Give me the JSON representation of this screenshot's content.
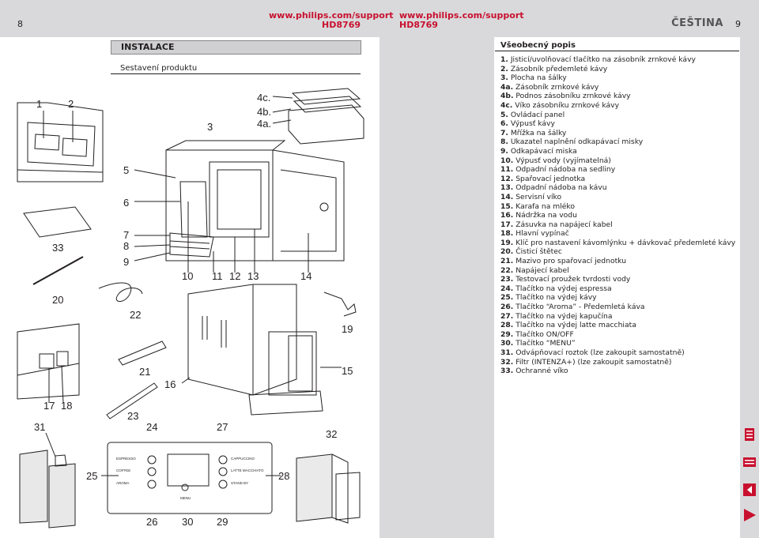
{
  "header": {
    "page_left": "8",
    "page_right": "9",
    "link_left_url": "www.philips.com/support",
    "link_left_model": "HD8769",
    "link_right_url": "www.philips.com/support",
    "link_right_model": "HD8769",
    "language": "ČEŠTINA"
  },
  "left": {
    "section": "INSTALACE",
    "subtitle": "Sestavení produktu",
    "callouts": [
      "1",
      "2",
      "3",
      "4c.",
      "4b.",
      "4a.",
      "5",
      "6",
      "7",
      "8",
      "9",
      "10",
      "11",
      "12",
      "13",
      "14",
      "15",
      "16",
      "17",
      "18",
      "19",
      "20",
      "21",
      "22",
      "23",
      "24",
      "25",
      "26",
      "27",
      "28",
      "29",
      "30",
      "31",
      "32",
      "33"
    ],
    "panel_labels": [
      "ESPRESSO",
      "COFFEE",
      "AROMA",
      "CAPPUCCINO",
      "LATTE MACCHIATO",
      "STAND BY",
      "MENU"
    ]
  },
  "right": {
    "title": "Všeobecný popis",
    "items": [
      {
        "n": "1.",
        "t": "Jisticí/uvolňovací tlačítko na zásobník zrnkové kávy"
      },
      {
        "n": "2.",
        "t": "Zásobník předemleté kávy"
      },
      {
        "n": "3.",
        "t": "Plocha na šálky"
      },
      {
        "n": "4a.",
        "t": "Zásobník zrnkové kávy"
      },
      {
        "n": "4b.",
        "t": "Podnos zásobníku zrnkové kávy"
      },
      {
        "n": "4c.",
        "t": "Víko zásobníku zrnkové kávy"
      },
      {
        "n": "5.",
        "t": "Ovládací panel"
      },
      {
        "n": "6.",
        "t": "Výpusť kávy"
      },
      {
        "n": "7.",
        "t": "Mřížka na šálky"
      },
      {
        "n": "8.",
        "t": "Ukazatel naplnění odkapávací misky"
      },
      {
        "n": "9.",
        "t": "Odkapávací miska"
      },
      {
        "n": "10.",
        "t": "Výpusť vody (vyjímatelná)"
      },
      {
        "n": "11.",
        "t": "Odpadní nádoba na sedliny"
      },
      {
        "n": "12.",
        "t": "Spařovací jednotka"
      },
      {
        "n": "13.",
        "t": "Odpadní nádoba na kávu"
      },
      {
        "n": "14.",
        "t": "Servisní víko"
      },
      {
        "n": "15.",
        "t": "Karafa na mléko"
      },
      {
        "n": "16.",
        "t": "Nádržka na vodu"
      },
      {
        "n": "17.",
        "t": "Zásuvka na napájecí kabel"
      },
      {
        "n": "18.",
        "t": "Hlavní vypínač"
      },
      {
        "n": "19.",
        "t": "Klíč pro nastavení kávomlýnku + dávkovač předemleté kávy"
      },
      {
        "n": "20.",
        "t": "Čisticí štětec"
      },
      {
        "n": "21.",
        "t": "Mazivo pro spařovací jednotku"
      },
      {
        "n": "22.",
        "t": "Napájecí kabel"
      },
      {
        "n": "23.",
        "t": "Testovací proužek tvrdosti vody"
      },
      {
        "n": "24.",
        "t": "Tlačítko na výdej espressa"
      },
      {
        "n": "25.",
        "t": "Tlačítko na výdej kávy"
      },
      {
        "n": "26.",
        "t": "Tlačítko “Aroma” - Předemletá káva"
      },
      {
        "n": "27.",
        "t": "Tlačítko na výdej kapučína"
      },
      {
        "n": "28.",
        "t": "Tlačítko na výdej latte macchiata"
      },
      {
        "n": "29.",
        "t": "Tlačítko ON/OFF"
      },
      {
        "n": "30.",
        "t": "Tlačítko “MENU”"
      },
      {
        "n": "31.",
        "t": "Odvápňovací roztok (lze zakoupit samostatně)"
      },
      {
        "n": "32.",
        "t": "Filtr (INTENZA+) (lze zakoupit samostatně)"
      },
      {
        "n": "33.",
        "t": "Ochranné víko"
      }
    ]
  },
  "colors": {
    "accent": "#c8102e",
    "band": "#d9d9db",
    "icon": "#c8102e"
  },
  "icons": [
    "print-icon",
    "toc-icon",
    "prev-page-icon",
    "next-page-icon"
  ]
}
